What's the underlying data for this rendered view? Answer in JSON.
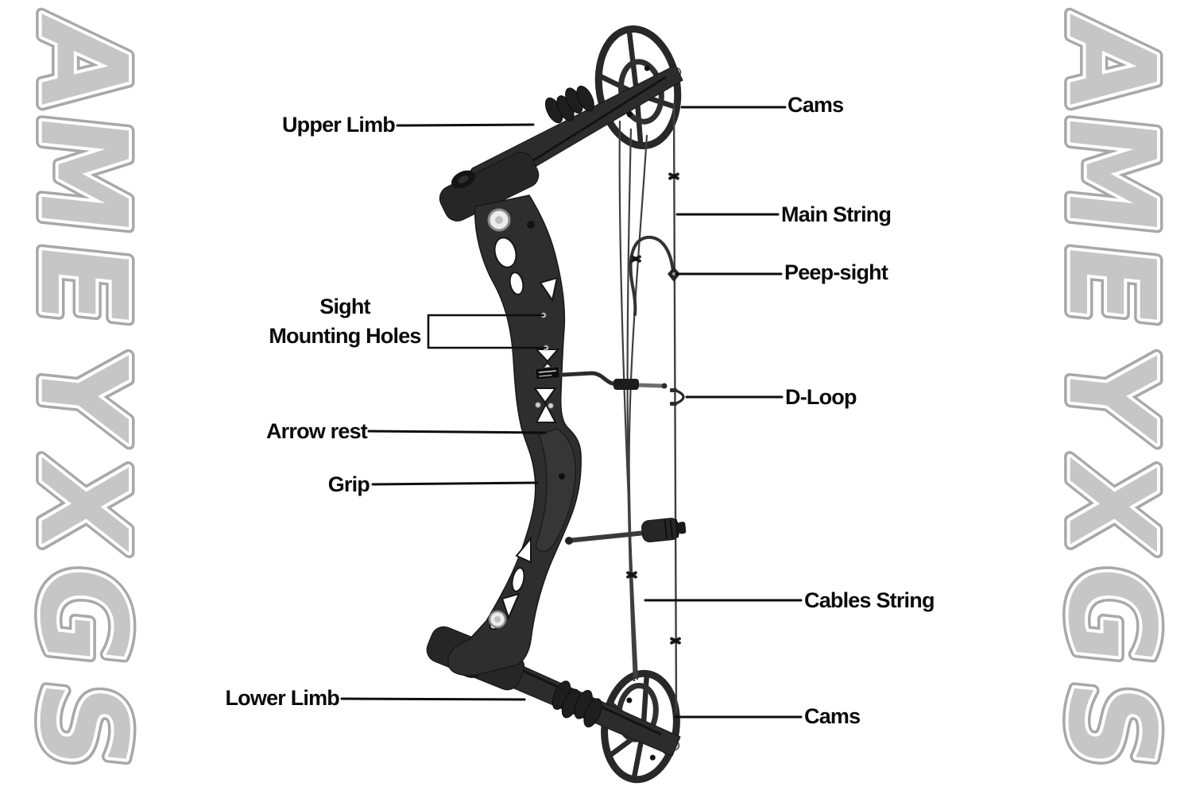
{
  "watermark": {
    "text": "AMEYXGS",
    "letters": [
      "A",
      "M",
      "E",
      "Y",
      "X",
      "G",
      "S"
    ],
    "fill": "#c6c6c6",
    "inner_stroke": "#ffffff",
    "outer_stroke": "#a8a8a8"
  },
  "labels": {
    "upper_limb": "Upper Limb",
    "cams_top": "Cams",
    "main_string": "Main String",
    "peep_sight": "Peep-sight",
    "sight_line1": "Sight",
    "sight_line2": "Mounting Holes",
    "d_loop": "D-Loop",
    "arrow_rest": "Arrow rest",
    "grip": "Grip",
    "cables_string": "Cables String",
    "lower_limb": "Lower Limb",
    "cams_bottom": "Cams"
  },
  "colors": {
    "background": "#ffffff",
    "label_text": "#0b0b0b",
    "leader_line": "#0d0d0d",
    "bow_body": "#2c2c2c",
    "bow_dark": "#1b1b1b",
    "string": "#3f3f3f",
    "silver": "#d9d9d9"
  }
}
